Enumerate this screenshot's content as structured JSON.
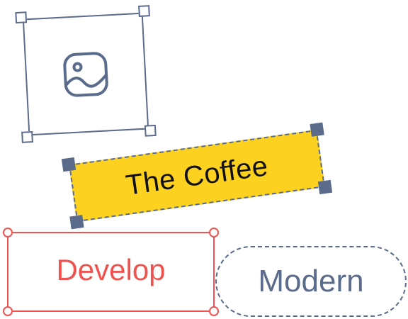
{
  "elements": {
    "coffee_label": {
      "text": "The Coffee"
    },
    "develop_box": {
      "text": "Develop"
    },
    "modern_pill": {
      "text": "Modern"
    },
    "image_frame": {
      "icon": "image-icon"
    }
  },
  "colors": {
    "stroke_gray": "#5b6b8c",
    "yellow": "#fdd11f",
    "red": "#ef5350",
    "text_dark": "#111111"
  }
}
